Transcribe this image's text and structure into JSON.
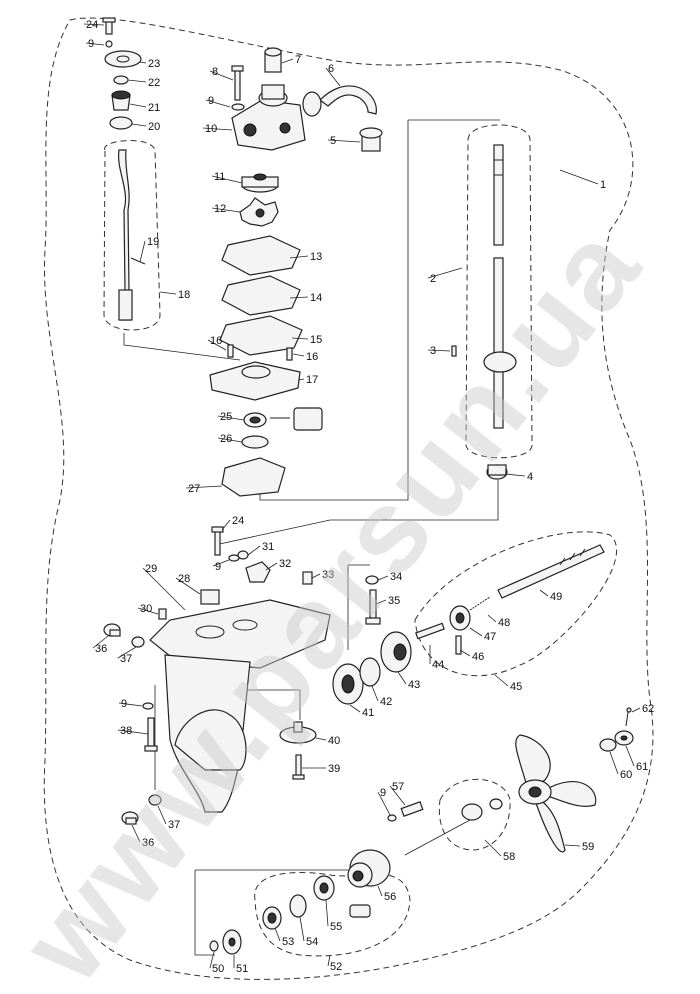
{
  "watermark": "www.parsun.ua",
  "callouts": [
    {
      "id": "1",
      "text": "1"
    },
    {
      "id": "2",
      "text": "2"
    },
    {
      "id": "3",
      "text": "3"
    },
    {
      "id": "4",
      "text": "4"
    },
    {
      "id": "5",
      "text": "5"
    },
    {
      "id": "6",
      "text": "6"
    },
    {
      "id": "7",
      "text": "7"
    },
    {
      "id": "8",
      "text": "8"
    },
    {
      "id": "9a",
      "text": "9"
    },
    {
      "id": "9b",
      "text": "9"
    },
    {
      "id": "9c",
      "text": "9"
    },
    {
      "id": "9d",
      "text": "9"
    },
    {
      "id": "9e",
      "text": "9"
    },
    {
      "id": "10",
      "text": "10"
    },
    {
      "id": "11",
      "text": "11"
    },
    {
      "id": "12",
      "text": "12"
    },
    {
      "id": "13",
      "text": "13"
    },
    {
      "id": "14",
      "text": "14"
    },
    {
      "id": "15",
      "text": "15"
    },
    {
      "id": "16a",
      "text": "16"
    },
    {
      "id": "16b",
      "text": "16"
    },
    {
      "id": "17",
      "text": "17"
    },
    {
      "id": "18",
      "text": "18"
    },
    {
      "id": "19",
      "text": "19"
    },
    {
      "id": "20",
      "text": "20"
    },
    {
      "id": "21",
      "text": "21"
    },
    {
      "id": "22",
      "text": "22"
    },
    {
      "id": "23",
      "text": "23"
    },
    {
      "id": "24a",
      "text": "24"
    },
    {
      "id": "24b",
      "text": "24"
    },
    {
      "id": "25",
      "text": "25"
    },
    {
      "id": "26",
      "text": "26"
    },
    {
      "id": "27",
      "text": "27"
    },
    {
      "id": "28",
      "text": "28"
    },
    {
      "id": "29",
      "text": "29"
    },
    {
      "id": "30",
      "text": "30"
    },
    {
      "id": "31",
      "text": "31"
    },
    {
      "id": "32",
      "text": "32"
    },
    {
      "id": "33",
      "text": "33"
    },
    {
      "id": "34",
      "text": "34"
    },
    {
      "id": "35",
      "text": "35"
    },
    {
      "id": "36a",
      "text": "36"
    },
    {
      "id": "36b",
      "text": "36"
    },
    {
      "id": "37a",
      "text": "37"
    },
    {
      "id": "37b",
      "text": "37"
    },
    {
      "id": "38",
      "text": "38"
    },
    {
      "id": "39",
      "text": "39"
    },
    {
      "id": "40",
      "text": "40"
    },
    {
      "id": "41",
      "text": "41"
    },
    {
      "id": "42",
      "text": "42"
    },
    {
      "id": "43",
      "text": "43"
    },
    {
      "id": "44",
      "text": "44"
    },
    {
      "id": "45",
      "text": "45"
    },
    {
      "id": "46",
      "text": "46"
    },
    {
      "id": "47",
      "text": "47"
    },
    {
      "id": "48",
      "text": "48"
    },
    {
      "id": "49",
      "text": "49"
    },
    {
      "id": "50",
      "text": "50"
    },
    {
      "id": "51",
      "text": "51"
    },
    {
      "id": "52",
      "text": "52"
    },
    {
      "id": "53",
      "text": "53"
    },
    {
      "id": "54",
      "text": "54"
    },
    {
      "id": "55",
      "text": "55"
    },
    {
      "id": "56",
      "text": "56"
    },
    {
      "id": "57",
      "text": "57"
    },
    {
      "id": "58",
      "text": "58"
    },
    {
      "id": "59",
      "text": "59"
    },
    {
      "id": "60",
      "text": "60"
    },
    {
      "id": "61",
      "text": "61"
    },
    {
      "id": "62",
      "text": "62"
    }
  ]
}
